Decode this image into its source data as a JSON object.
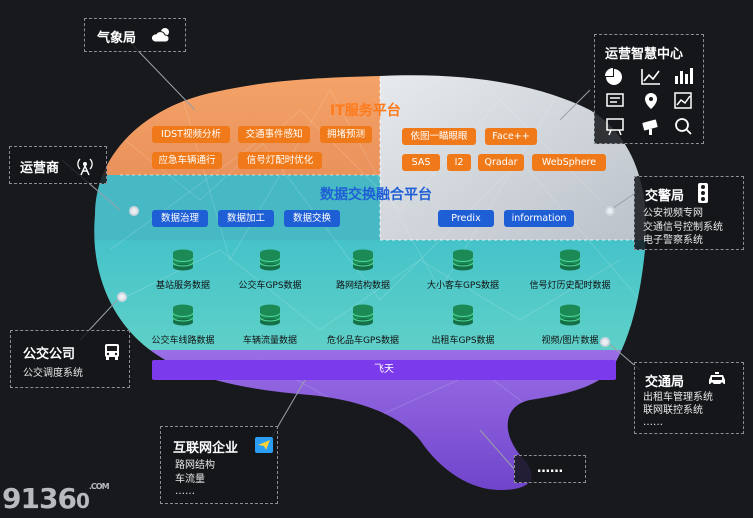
{
  "platforms": {
    "it_title": "IT服务平台",
    "exchange_title": "数据交换融合平台",
    "feitian": "飞天"
  },
  "it_tags_left": [
    "IDST视频分析",
    "交通事件感知",
    "拥堵预测",
    "应急车辆通行",
    "信号灯配时优化"
  ],
  "it_tags_right": [
    "依图一瞄眼眼",
    "Face++",
    "SAS",
    "I2",
    "Qradar",
    "WebSphere"
  ],
  "exchange_tags_left": [
    "数据治理",
    "数据加工",
    "数据交换"
  ],
  "exchange_tags_right": [
    "Predix",
    "information"
  ],
  "databases_row1": [
    "基站服务数据",
    "公交车GPS数据",
    "路网结构数据",
    "大小客车GPS数据",
    "信号灯历史配时数据"
  ],
  "databases_row2": [
    "公交车线路数据",
    "车辆流量数据",
    "危化品车GPS数据",
    "出租车GPS数据",
    "视频/图片数据"
  ],
  "sources": {
    "weather": {
      "title": "气象局"
    },
    "operator": {
      "title": "运营商"
    },
    "bus": {
      "title": "公交公司",
      "lines": [
        "公交调度系统"
      ]
    },
    "internet": {
      "title": "互联网企业",
      "lines": [
        "路网结构",
        "车流量",
        "……"
      ]
    },
    "ops_center": {
      "title": "运营智慧中心"
    },
    "police": {
      "title": "交警局",
      "lines": [
        "公安视频专网",
        "交通信号控制系统",
        "电子警察系统"
      ]
    },
    "transport": {
      "title": "交通局",
      "lines": [
        "出租车管理系统",
        "联网联控系统",
        "……"
      ]
    },
    "more": {
      "title": "……"
    }
  },
  "watermark": {
    "text": "9136",
    "suffix": ".COM"
  },
  "colors": {
    "orange": "#f07a1a",
    "blue_tag": "#1f5fd6",
    "teal": "#3ec6c8",
    "purple": "#8c5be0",
    "feitian_bar": "#7c3aed",
    "background": "#17191d"
  },
  "icons": [
    "cloud-sun-icon",
    "antenna-icon",
    "bus-icon",
    "paper-plane-icon",
    "traffic-light-icon",
    "taxi-icon",
    "pie-chart-icon",
    "line-chart-icon",
    "bar-chart-icon",
    "map-pin-icon"
  ]
}
